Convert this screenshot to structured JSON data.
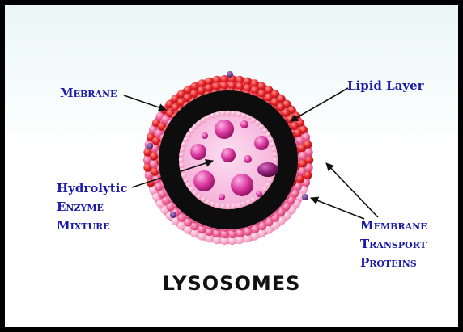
{
  "diagram": {
    "title": "LYSOSOMES",
    "labels": {
      "membrane": "Mebrane",
      "lipid_layer": "Lipid Layer",
      "enzyme_line1": "Hydrolytic",
      "enzyme_line2": "Enzyme",
      "enzyme_line3": "Mixture",
      "transport_line1": "Membrane",
      "transport_line2": "Transport",
      "transport_line3": "Proteins"
    },
    "colors": {
      "membrane_red": "#e8232b",
      "membrane_pink": "#f2689a",
      "black_layer": "#0d0d0d",
      "inner_fill": "#f8c6e4",
      "enzyme_vesicle": "#d8309a",
      "label_blue": "#1a1aa8",
      "transport_protein": "#5a2a8a"
    }
  }
}
